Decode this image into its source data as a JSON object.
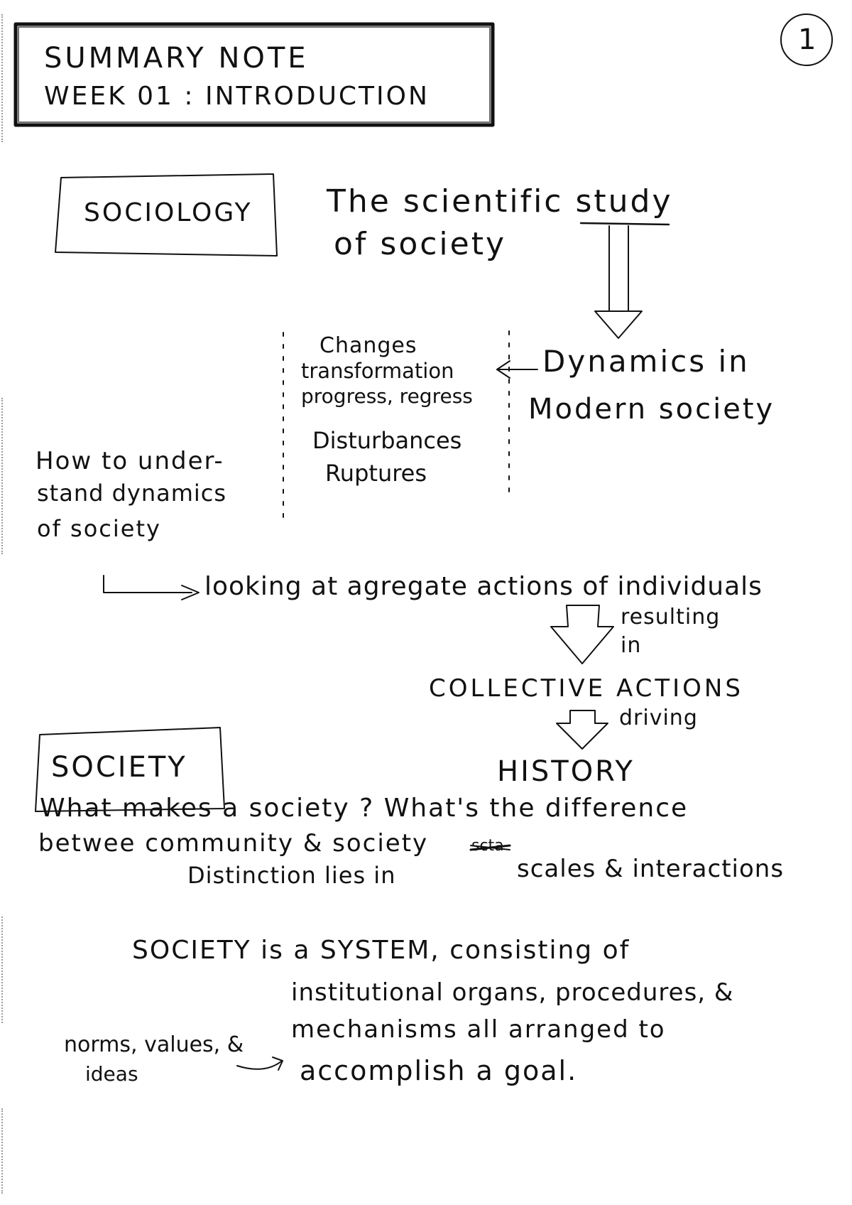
{
  "header": {
    "title_line1": "SUMMARY NOTE",
    "title_line2": "WEEK 01 : INTRODUCTION",
    "page_number": "1"
  },
  "sociology": {
    "label": "SOCIOLOGY",
    "definition_line1": "The scientific study",
    "definition_line2": "of society"
  },
  "dynamics": {
    "changes_list": [
      "Changes",
      "transformation",
      "progress, regress",
      "Disturbances",
      "Ruptures"
    ],
    "dynamics_line1": "Dynamics in",
    "dynamics_line2": "Modern society"
  },
  "understanding": {
    "question_lines": [
      "How to under-",
      "stand dynamics",
      "of society"
    ],
    "looking_at": "looking at agregate actions of individuals",
    "resulting_line1": "resulting",
    "resulting_line2": "in",
    "collective": "COLLECTIVE ACTIONS",
    "driving": "driving",
    "history": "HISTORY"
  },
  "society": {
    "label": "SOCIETY",
    "question_line1": "What makes a society ? What's the difference",
    "question_line2": "betwee community & society",
    "distinction_prefix": "Distinction lies in",
    "struck_word": "scta",
    "distinction_suffix": "scales & interactions",
    "system_line1": "SOCIETY is a SYSTEM, consisting of",
    "system_line2": "institutional organs, procedures, &",
    "system_line3": "mechanisms all arranged to",
    "system_line4": "accomplish a goal.",
    "norms_line1": "norms, values, &",
    "norms_line2": "ideas"
  },
  "colors": {
    "ink": "#111111",
    "paper": "#ffffff",
    "scan_edge": "#9a9a9a"
  }
}
